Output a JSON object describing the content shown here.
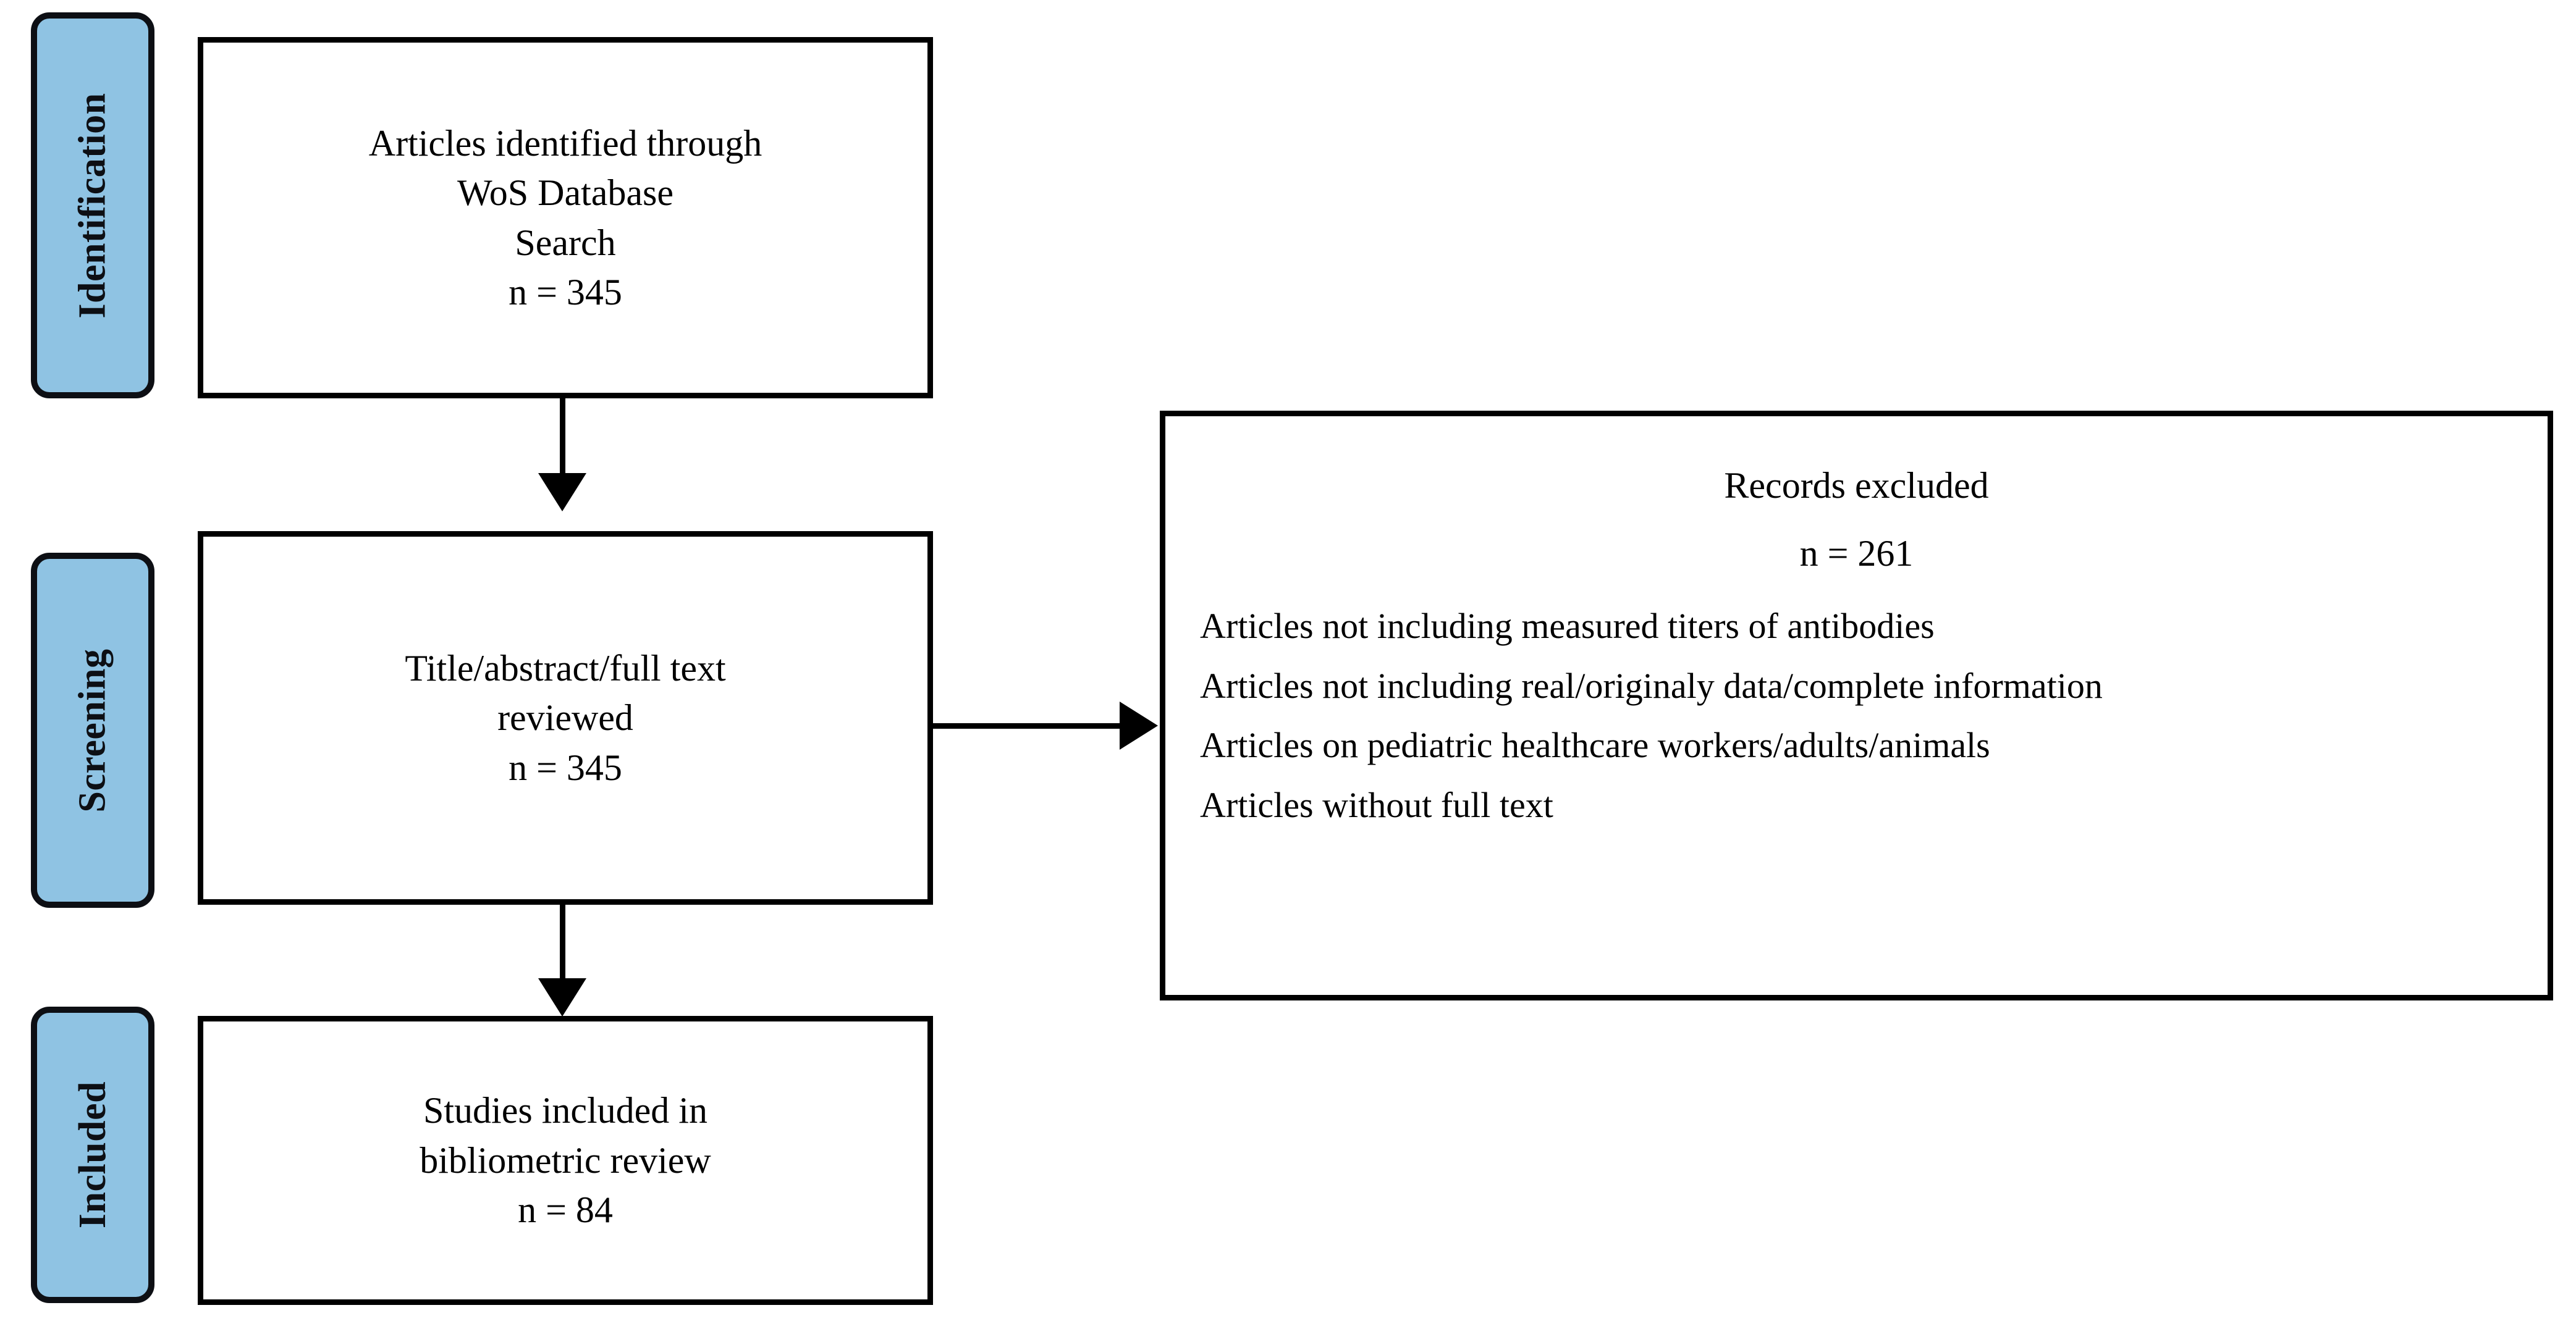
{
  "diagram": {
    "type": "prisma-flow-diagram",
    "stages": [
      {
        "id": "identification",
        "label": "Identification"
      },
      {
        "id": "screening",
        "label": "Screening"
      },
      {
        "id": "included",
        "label": "Included"
      }
    ],
    "boxes": {
      "identified": {
        "lines": [
          "Articles identified through",
          "WoS Database",
          "Search",
          "n = 345"
        ],
        "count": 345
      },
      "screened": {
        "lines": [
          "Title/abstract/full text",
          "reviewed",
          "n = 345"
        ],
        "count": 345
      },
      "included": {
        "lines": [
          "Studies included in",
          "bibliometric review",
          "n = 84"
        ],
        "count": 84
      },
      "excluded": {
        "heading": "Records excluded",
        "count_label": "n = 261",
        "count": 261,
        "reasons": [
          "Articles not including measured titers of antibodies",
          "Articles not including real/originaly data/complete information",
          "Articles on pediatric healthcare workers/adults/animals",
          "Articles without full text"
        ]
      }
    },
    "colors": {
      "stage_fill": "#8FC3E3",
      "stage_border": "#0d0f14",
      "box_border": "#000000",
      "box_fill": "#ffffff",
      "connector": "#000000",
      "text": "#000000"
    }
  }
}
